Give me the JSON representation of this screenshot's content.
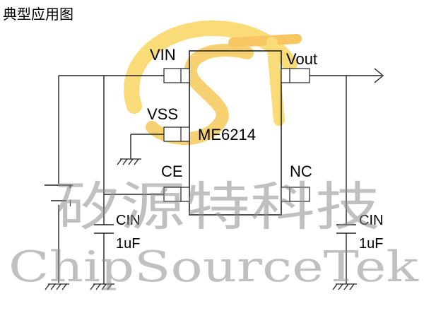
{
  "title": "典型应用图",
  "chip": {
    "name": "ME6214",
    "pins": {
      "vin": "VIN",
      "vout": "Vout",
      "vss": "VSS",
      "ce": "CE",
      "nc": "NC"
    }
  },
  "components": {
    "cin_left": {
      "name": "CIN",
      "value": "1uF"
    },
    "cin_right": {
      "name": "CIN",
      "value": "1uF"
    },
    "battery": {
      "plus": "+",
      "minus": "|"
    }
  },
  "watermark": {
    "chinese": "矽源特科技",
    "english": "ChipSourceTek",
    "colors": {
      "logo_yellow": "#f7d04a",
      "logo_orange": "#f5a623",
      "text_gray": "#8c8c8c"
    }
  }
}
